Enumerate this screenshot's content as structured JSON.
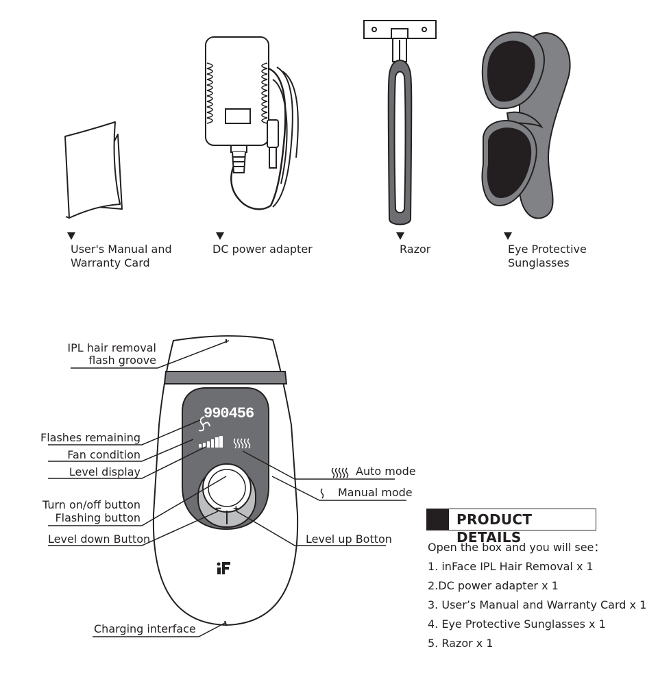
{
  "accessories": [
    {
      "label_line1": "User's Manual and",
      "label_line2": "Warranty Card"
    },
    {
      "label_line1": "DC power adapter",
      "label_line2": ""
    },
    {
      "label_line1": "Razor",
      "label_line2": ""
    },
    {
      "label_line1": "Eye Protective",
      "label_line2": "Sunglasses"
    }
  ],
  "device": {
    "display_count": "990456",
    "brand_mark": "iF"
  },
  "callouts": {
    "flash_groove_1": "IPL hair removal",
    "flash_groove_2": "flash groove",
    "flashes_remaining": "Flashes remaining",
    "fan_condition": "Fan condition",
    "level_display": "Level display",
    "turn_on_off": "Turn on/off button",
    "flashing_button": "Flashing button",
    "level_down": "Level down Button",
    "charging": "Charging interface",
    "auto_mode": "Auto mode",
    "manual_mode": "Manual mode",
    "level_up": "Level up Botton"
  },
  "details": {
    "title": "PRODUCT DETAILS",
    "intro": "Open the box and you will see：",
    "items": [
      "1. inFace IPL Hair Removal x 1",
      "2.DC power adapter x 1",
      "3. User’s Manual and Warranty Card x 1",
      "4. Eye Protective Sunglasses x 1",
      "5. Razor x 1"
    ]
  }
}
